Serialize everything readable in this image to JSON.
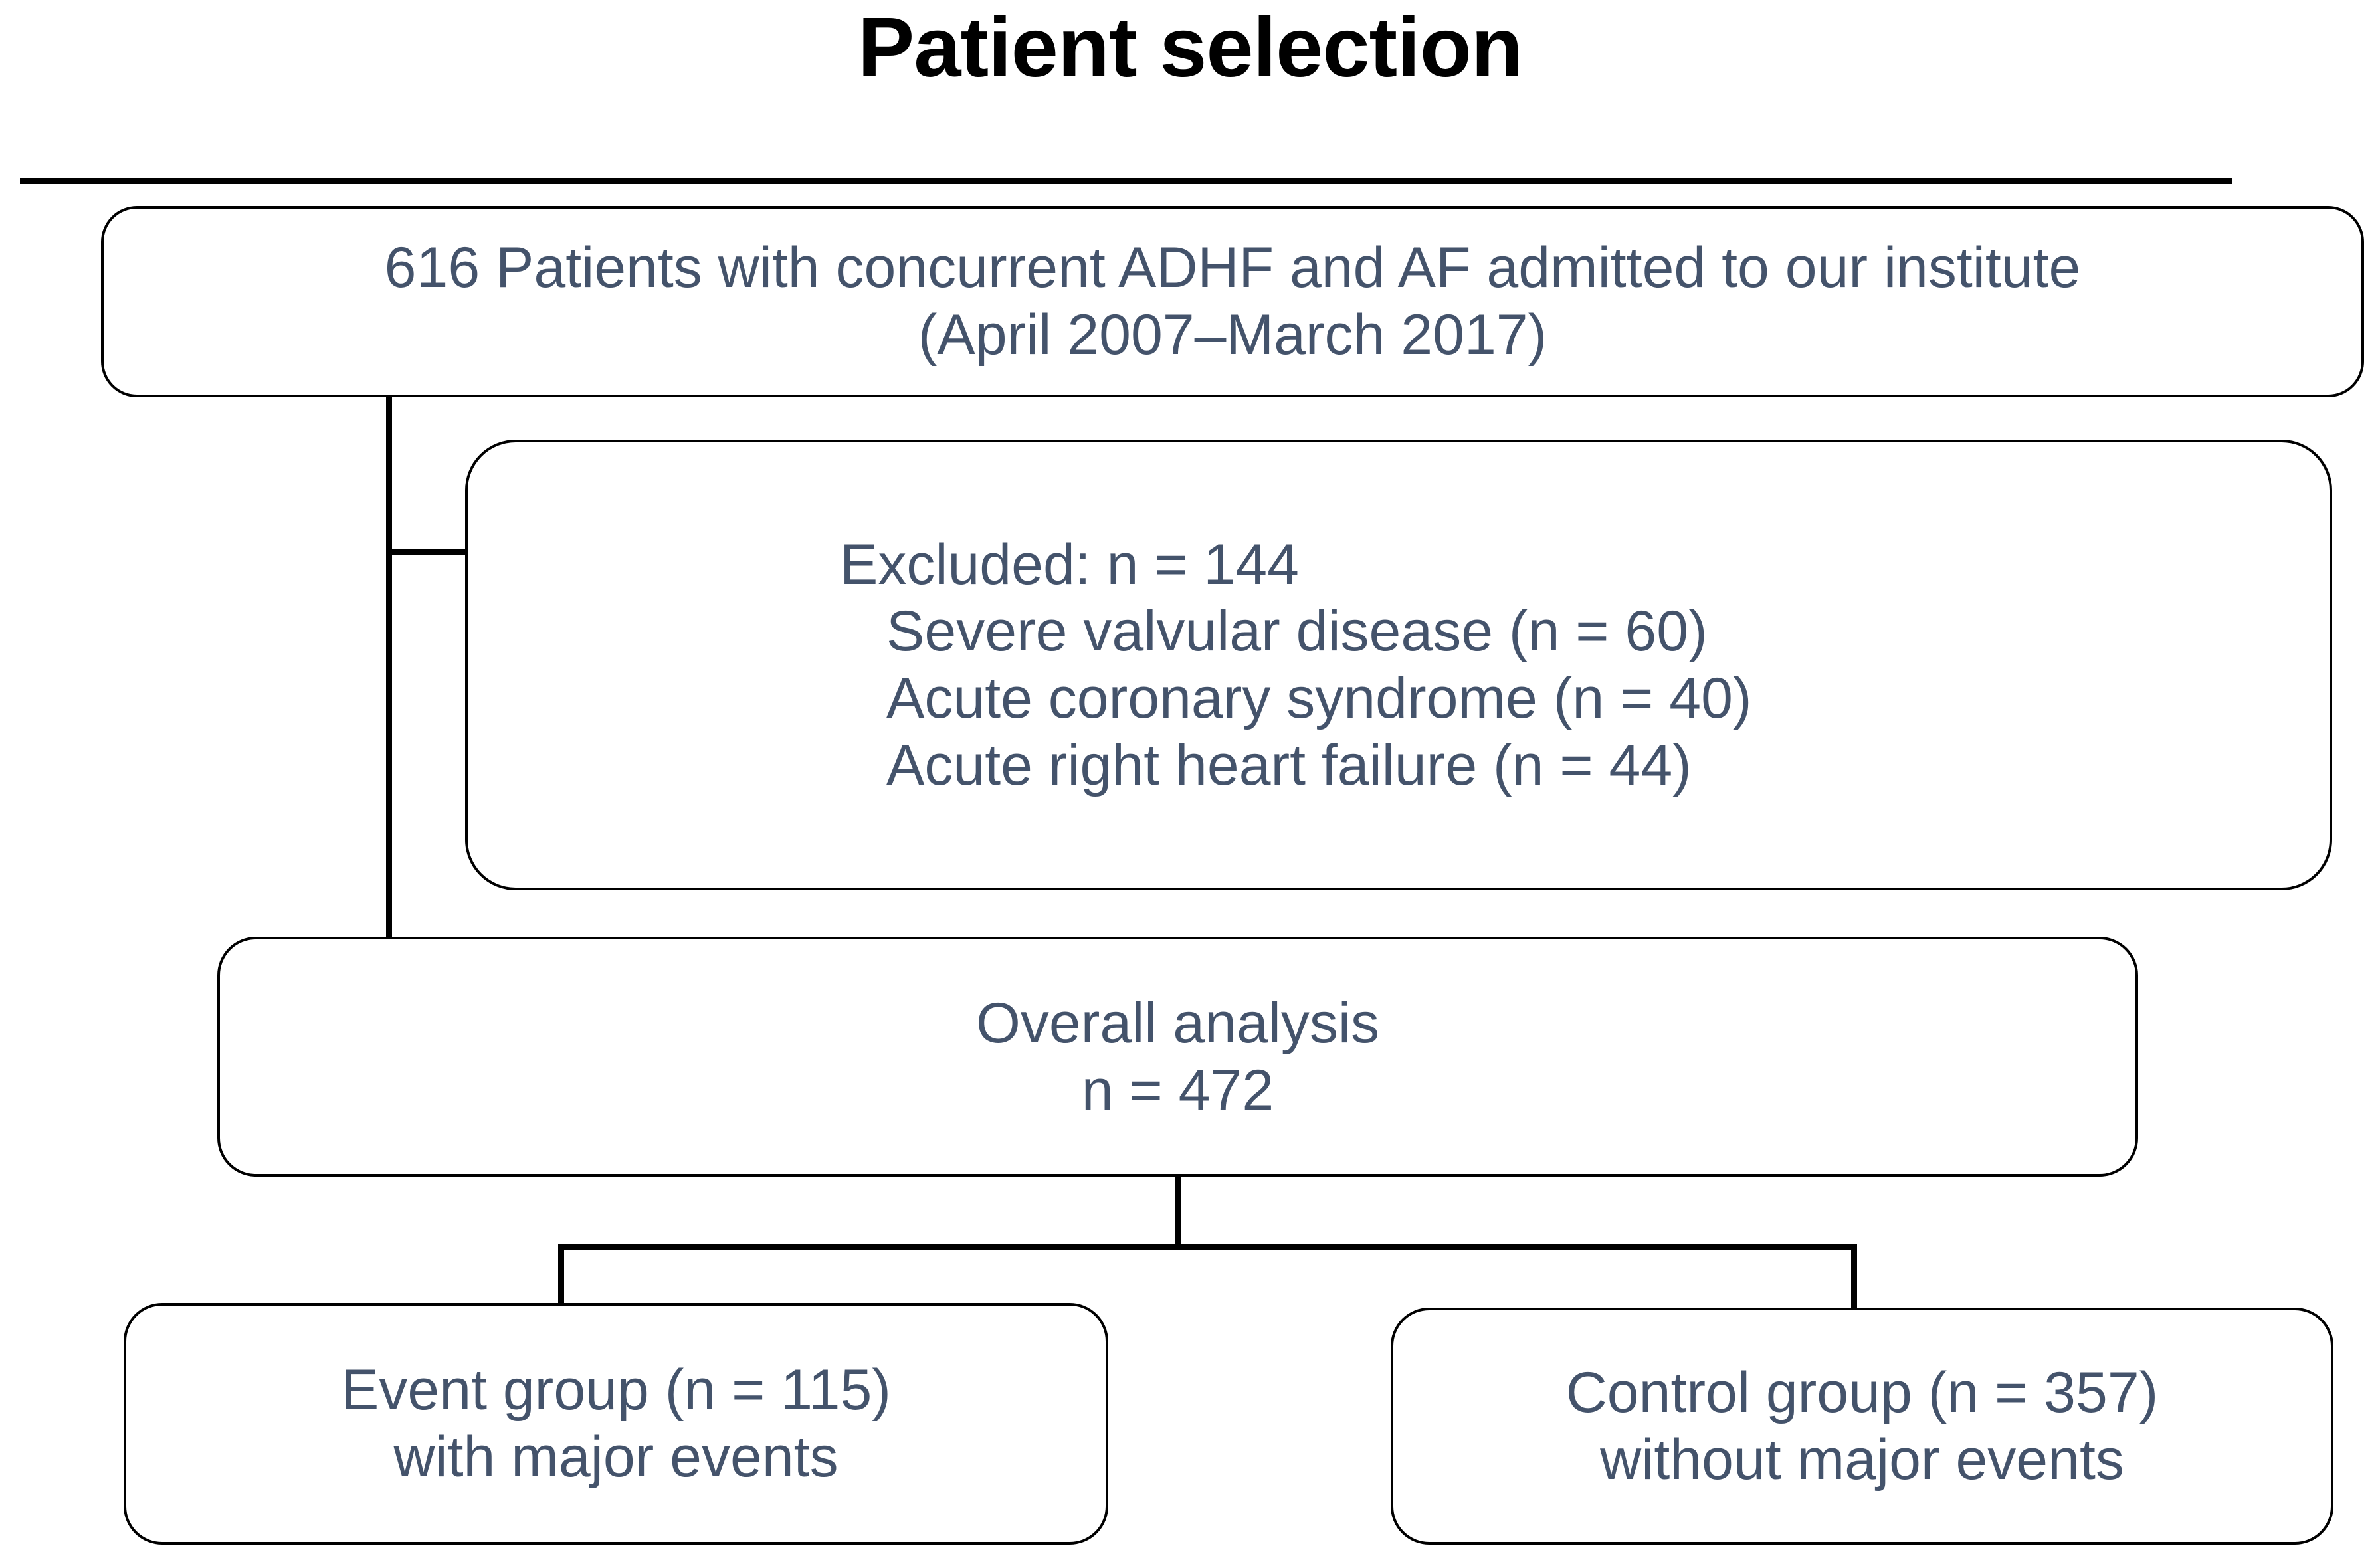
{
  "figure": {
    "title": "Patient selection",
    "accent_text_color": "#44536b",
    "line_color": "#000000",
    "background_color": "#ffffff"
  },
  "flowchart": {
    "type": "flowchart",
    "orientation": "top-to-bottom",
    "nodes": [
      {
        "id": "source",
        "lines": [
          "616 Patients with concurrent ADHF and AF admitted to our institute",
          "(April 2007–March 2017)"
        ],
        "n": 616
      },
      {
        "id": "excluded",
        "lines": [
          "Excluded: n = 144",
          "Severe valvular disease (n = 60)",
          "Acute coronary syndrome (n = 40)",
          "Acute right heart failure (n = 44)"
        ],
        "n": 144,
        "reasons": [
          {
            "label": "Severe valvular disease",
            "n": 60
          },
          {
            "label": "Acute coronary syndrome",
            "n": 40
          },
          {
            "label": "Acute right heart failure",
            "n": 44
          }
        ]
      },
      {
        "id": "overall",
        "lines": [
          "Overall analysis",
          "n = 472"
        ],
        "n": 472
      },
      {
        "id": "event",
        "lines": [
          "Event group (n = 115)",
          "with major events"
        ],
        "n": 115
      },
      {
        "id": "control",
        "lines": [
          "Control group (n = 357)",
          "without major events"
        ],
        "n": 357
      }
    ],
    "edges": [
      {
        "from": "source",
        "to": "excluded"
      },
      {
        "from": "source",
        "to": "overall"
      },
      {
        "from": "overall",
        "to": "event"
      },
      {
        "from": "overall",
        "to": "control"
      }
    ]
  }
}
